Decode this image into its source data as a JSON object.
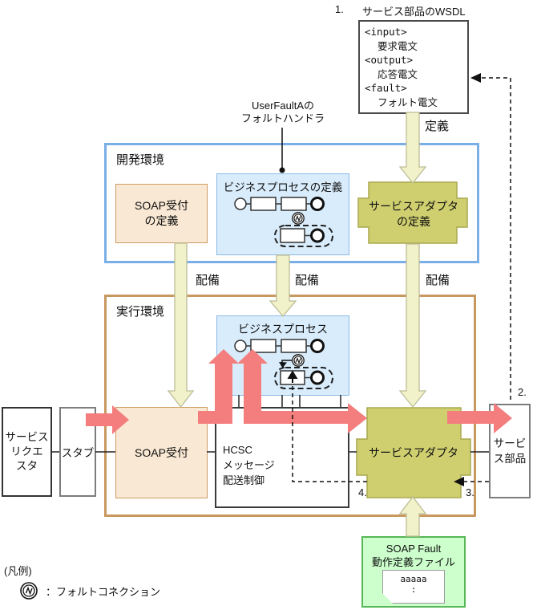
{
  "step_labels": {
    "one": "1.",
    "two": "2.",
    "three": "3.",
    "four": "4."
  },
  "wsdl": {
    "title": "サービス部品のWSDL",
    "input_tag": "<input>",
    "input_text": "要求電文",
    "output_tag": "<output>",
    "output_text": "応答電文",
    "fault_tag": "<fault>",
    "fault_text": "フォルト電文"
  },
  "labels": {
    "define": "定義",
    "deploy": "配備"
  },
  "user_fault_note": {
    "line1": "UserFaultAの",
    "line2": "フォルトハンドラ"
  },
  "dev_env": {
    "title": "開発環境",
    "soap_def_line1": "SOAP受付",
    "soap_def_line2": "の定義",
    "bp_def_title": "ビジネスプロセスの定義",
    "adapter_def_line1": "サービスアダプタ",
    "adapter_def_line2": "の定義"
  },
  "exec_env": {
    "title": "実行環境",
    "bp_title": "ビジネスプロセス",
    "soap": "SOAP受付",
    "hcsc_line1": "HCSC",
    "hcsc_line2": "メッセージ",
    "hcsc_line3": "配送制御",
    "adapter": "サービスアダプタ"
  },
  "requester": {
    "line1": "サービス",
    "line2": "リクエ",
    "line3": "スタ"
  },
  "stub": {
    "label": "スタブ"
  },
  "service_part": {
    "line1": "サービ",
    "line2": "ス部品"
  },
  "soap_fault_file": {
    "line1": "SOAP Fault",
    "line2": "動作定義ファイル",
    "doc_text": "aaaaa",
    "doc_colon": ":"
  },
  "legend": {
    "title": "(凡例)",
    "fault_connection_label": "：フォルトコネクション"
  },
  "colors": {
    "pale_arrow": "#f1f1ca",
    "pink_arrow": "#f47e7e",
    "dev_border": "#79aee6",
    "exec_border": "#c9985f",
    "adapter_fill": "#cfcf70",
    "bp_fill": "#d9ecfb",
    "soap_fill": "#f9e8d3",
    "green_fill": "#ccffcc"
  }
}
